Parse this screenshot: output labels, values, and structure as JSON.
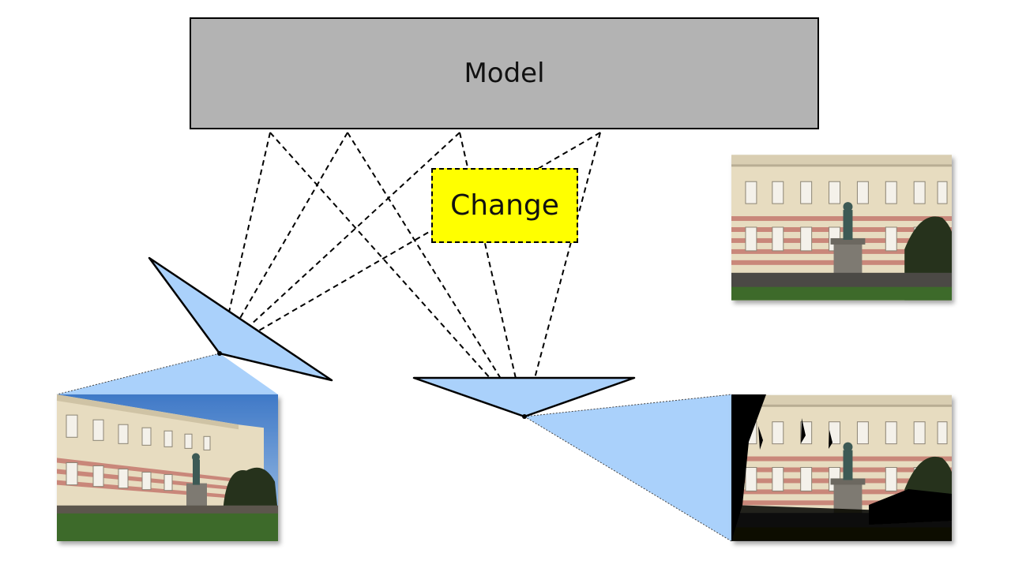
{
  "model": {
    "label": "Model"
  },
  "change": {
    "label": "Change"
  },
  "photos": [
    {
      "name": "left-input-photo",
      "sky": true
    },
    {
      "name": "right-top-photo",
      "sky": false
    },
    {
      "name": "right-bottom-photo",
      "sky": false,
      "masked": true
    }
  ],
  "colors": {
    "model_fill": "#b3b3b3",
    "change_fill": "#ffff00",
    "frustum_fill": "#aad1fb",
    "facade_cream": "#e7dcc0",
    "facade_stripe": "#c9877a",
    "sky": "#5a8fd0",
    "grass": "#3e6a2c"
  }
}
